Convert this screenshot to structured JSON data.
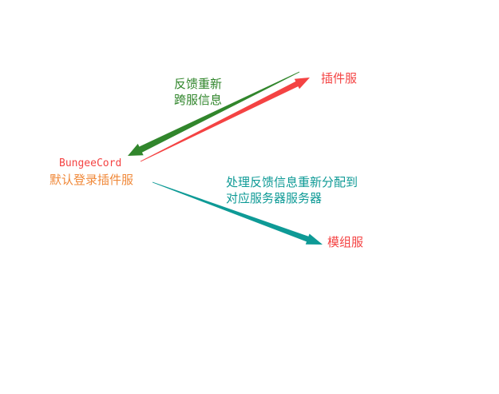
{
  "colors": {
    "green": "#31862c",
    "red": "#f44343",
    "teal": "#0e9a96",
    "orange": "#f0893a"
  },
  "nodes": {
    "bungeecord": {
      "name": "BungeeCord",
      "subtitle": "默认登录插件服"
    },
    "plugin_server": {
      "name": "插件服"
    },
    "mod_server": {
      "name": "模组服"
    }
  },
  "edges": {
    "feedback": {
      "line1": "反馈重新",
      "line2": "跨服信息"
    },
    "redistribute": {
      "line1": "处理反馈信息重新分配到",
      "line2": "对应服务器服务器"
    }
  }
}
